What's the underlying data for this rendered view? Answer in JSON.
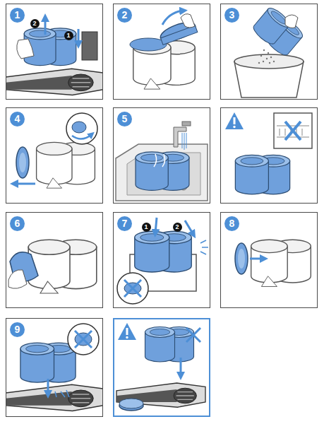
{
  "diagram": {
    "nodes": [
      {
        "text": [
          "1"
        ]
      },
      {
        "text": [
          "2"
        ]
      },
      {
        "text": [
          "3"
        ]
      },
      {
        "text": [
          "4"
        ]
      },
      {
        "text": [
          "5"
        ]
      },
      {
        "text": [
          "6"
        ]
      },
      {
        "text": [
          "7"
        ]
      },
      {
        "text": [
          "8"
        ]
      },
      {
        "text": [
          "9"
        ]
      }
    ],
    "labels": [
      "2",
      "1",
      "1",
      "2"
    ]
  }
}
